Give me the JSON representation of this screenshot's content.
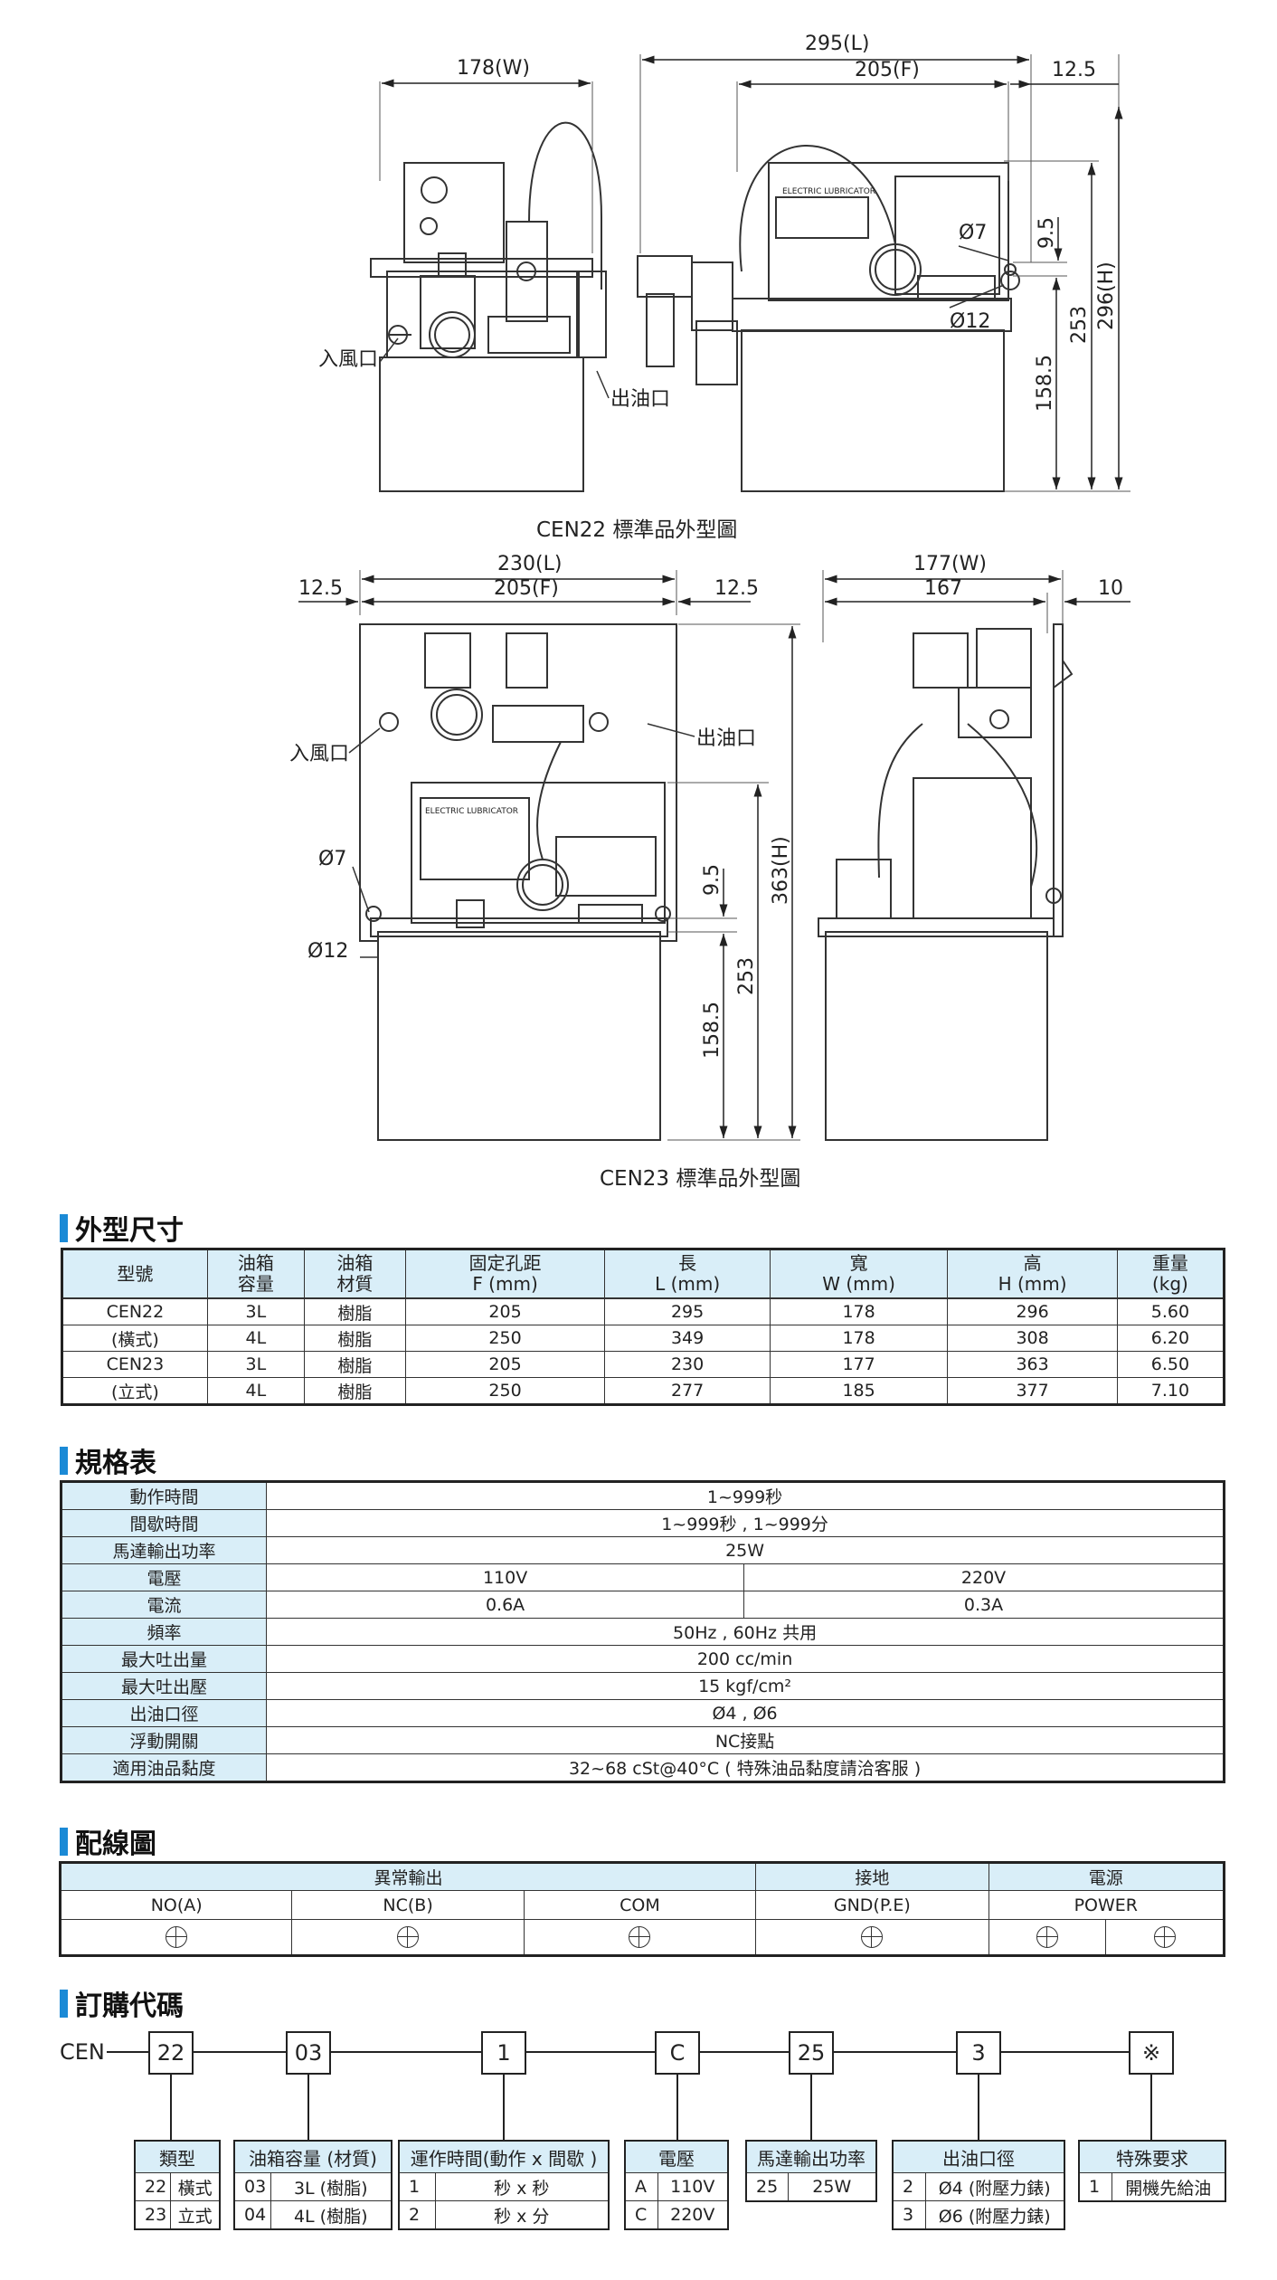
{
  "drawings": {
    "cen22": {
      "dim_width": "178(W)",
      "dim_length": "295(L)",
      "dim_fixed": "205(F)",
      "dim_offset": "12.5",
      "dim_d7": "Ø7",
      "dim_d12": "Ø12",
      "dim_95": "9.5",
      "dim_253": "253",
      "dim_1585": "158.5",
      "dim_height": "296(H)",
      "label_air_inlet": "入風口",
      "label_oil_outlet": "出油口",
      "panel_brand": "ELECTRIC LUBRICATOR",
      "caption": "CEN22 標準品外型圖"
    },
    "cen23": {
      "dim_length": "230(L)",
      "dim_fixed": "205(F)",
      "dim_offset_left": "12.5",
      "dim_offset_right": "12.5",
      "dim_width": "177(W)",
      "dim_167": "167",
      "dim_10": "10",
      "dim_d7": "Ø7",
      "dim_d12": "Ø12",
      "dim_95": "9.5",
      "dim_253": "253",
      "dim_1585": "158.5",
      "dim_height": "363(H)",
      "label_air_inlet": "入風口",
      "label_oil_outlet": "出油口",
      "panel_brand": "ELECTRIC LUBRICATOR",
      "caption": "CEN23 標準品外型圖"
    }
  },
  "dimensions_section": {
    "title": "外型尺寸",
    "headers": [
      "型號",
      "油箱\n容量",
      "油箱\n材質",
      "固定孔距\nF (mm)",
      "長\nL (mm)",
      "寬\nW (mm)",
      "高\nH (mm)",
      "重量\n(kg)"
    ],
    "rows": [
      {
        "model": "CEN22",
        "cap": "3L",
        "mat": "樹脂",
        "f": "205",
        "l": "295",
        "w": "178",
        "h": "296",
        "kg": "5.60"
      },
      {
        "model": "(橫式)",
        "cap": "4L",
        "mat": "樹脂",
        "f": "250",
        "l": "349",
        "w": "178",
        "h": "308",
        "kg": "6.20"
      },
      {
        "model": "CEN23",
        "cap": "3L",
        "mat": "樹脂",
        "f": "205",
        "l": "230",
        "w": "177",
        "h": "363",
        "kg": "6.50"
      },
      {
        "model": "(立式)",
        "cap": "4L",
        "mat": "樹脂",
        "f": "250",
        "l": "277",
        "w": "185",
        "h": "377",
        "kg": "7.10"
      }
    ]
  },
  "spec_section": {
    "title": "規格表",
    "rows": [
      {
        "label": "動作時間",
        "value": "1~999秒"
      },
      {
        "label": "間歇時間",
        "value": "1~999秒 , 1~999分"
      },
      {
        "label": "馬達輸出功率",
        "value": "25W"
      },
      {
        "label": "電壓",
        "v1": "110V",
        "v2": "220V"
      },
      {
        "label": "電流",
        "v1": "0.6A",
        "v2": "0.3A"
      },
      {
        "label": "頻率",
        "value": "50Hz , 60Hz 共用"
      },
      {
        "label": "最大吐出量",
        "value": "200 cc/min"
      },
      {
        "label": "最大吐出壓",
        "value": "15 kgf/cm²"
      },
      {
        "label": "出油口徑",
        "value": "Ø4 , Ø6"
      },
      {
        "label": "浮動開關",
        "value": "NC接點"
      },
      {
        "label": "適用油品黏度",
        "value": "32~68 cSt@40°C ( 特殊油品黏度請洽客服 )"
      }
    ]
  },
  "wiring_section": {
    "title": "配線圖",
    "group_abnormal": "異常輸出",
    "group_ground": "接地",
    "group_power": "電源",
    "terminals": [
      "NO(A)",
      "NC(B)",
      "COM",
      "GND(P.E)",
      "POWER"
    ]
  },
  "order_section": {
    "title": "訂購代碼",
    "prefix": "CEN",
    "codes": [
      "22",
      "03",
      "1",
      "C",
      "25",
      "3",
      "※"
    ],
    "tables": [
      {
        "header": "類型",
        "rows": [
          [
            "22",
            "橫式"
          ],
          [
            "23",
            "立式"
          ]
        ]
      },
      {
        "header": "油箱容量 (材質)",
        "rows": [
          [
            "03",
            "3L (樹脂)"
          ],
          [
            "04",
            "4L (樹脂)"
          ]
        ]
      },
      {
        "header": "運作時間(動作 x 間歇 )",
        "rows": [
          [
            "1",
            "秒 x 秒"
          ],
          [
            "2",
            "秒 x 分"
          ]
        ]
      },
      {
        "header": "電壓",
        "rows": [
          [
            "A",
            "110V"
          ],
          [
            "C",
            "220V"
          ]
        ]
      },
      {
        "header": "馬達輸出功率",
        "rows": [
          [
            "25",
            "25W"
          ]
        ]
      },
      {
        "header": "出油口徑",
        "rows": [
          [
            "2",
            "Ø4 (附壓力錶)"
          ],
          [
            "3",
            "Ø6 (附壓力錶)"
          ]
        ]
      },
      {
        "header": "特殊要求",
        "rows": [
          [
            "1",
            "開機先給油"
          ]
        ]
      }
    ]
  }
}
